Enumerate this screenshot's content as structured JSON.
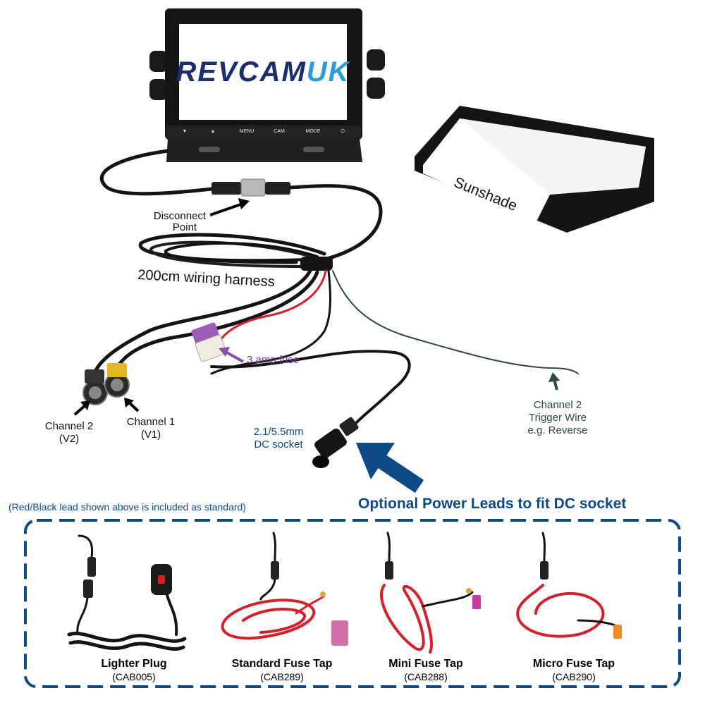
{
  "monitor": {
    "logo_part1": "REVCAM",
    "logo_part2": "UK",
    "buttons": [
      "▼",
      "▲",
      "MENU",
      "CAM",
      "MODE",
      "⏻"
    ]
  },
  "labels": {
    "sunshade": "Sunshade",
    "disconnect_line1": "Disconnect",
    "disconnect_line2": "Point",
    "harness": "200cm wiring harness",
    "fuse": "3 amp fuse",
    "ch2_line1": "Channel 2",
    "ch2_line2": "(V2)",
    "ch1_line1": "Channel 1",
    "ch1_line2": "(V1)",
    "dc_line1": "2.1/5.5mm",
    "dc_line2": "DC socket",
    "trigger_line1": "Channel 2",
    "trigger_line2": "Trigger Wire",
    "trigger_line3": "e.g. Reverse",
    "included_note": "(Red/Black lead shown above is included as standard)",
    "optional_title": "Optional Power Leads to fit DC socket"
  },
  "products": [
    {
      "name": "Lighter Plug",
      "code": "(CAB005)"
    },
    {
      "name": "Standard Fuse Tap",
      "code": "(CAB289)"
    },
    {
      "name": "Mini Fuse Tap",
      "code": "(CAB288)"
    },
    {
      "name": "Micro Fuse Tap",
      "code": "(CAB290)"
    }
  ],
  "colors": {
    "accent_blue": "#0d4a86",
    "cable_black": "#141414",
    "cable_red": "#d4202a",
    "trigger_green": "#2c4a40",
    "fuse_purple": "#8a4fa8"
  }
}
